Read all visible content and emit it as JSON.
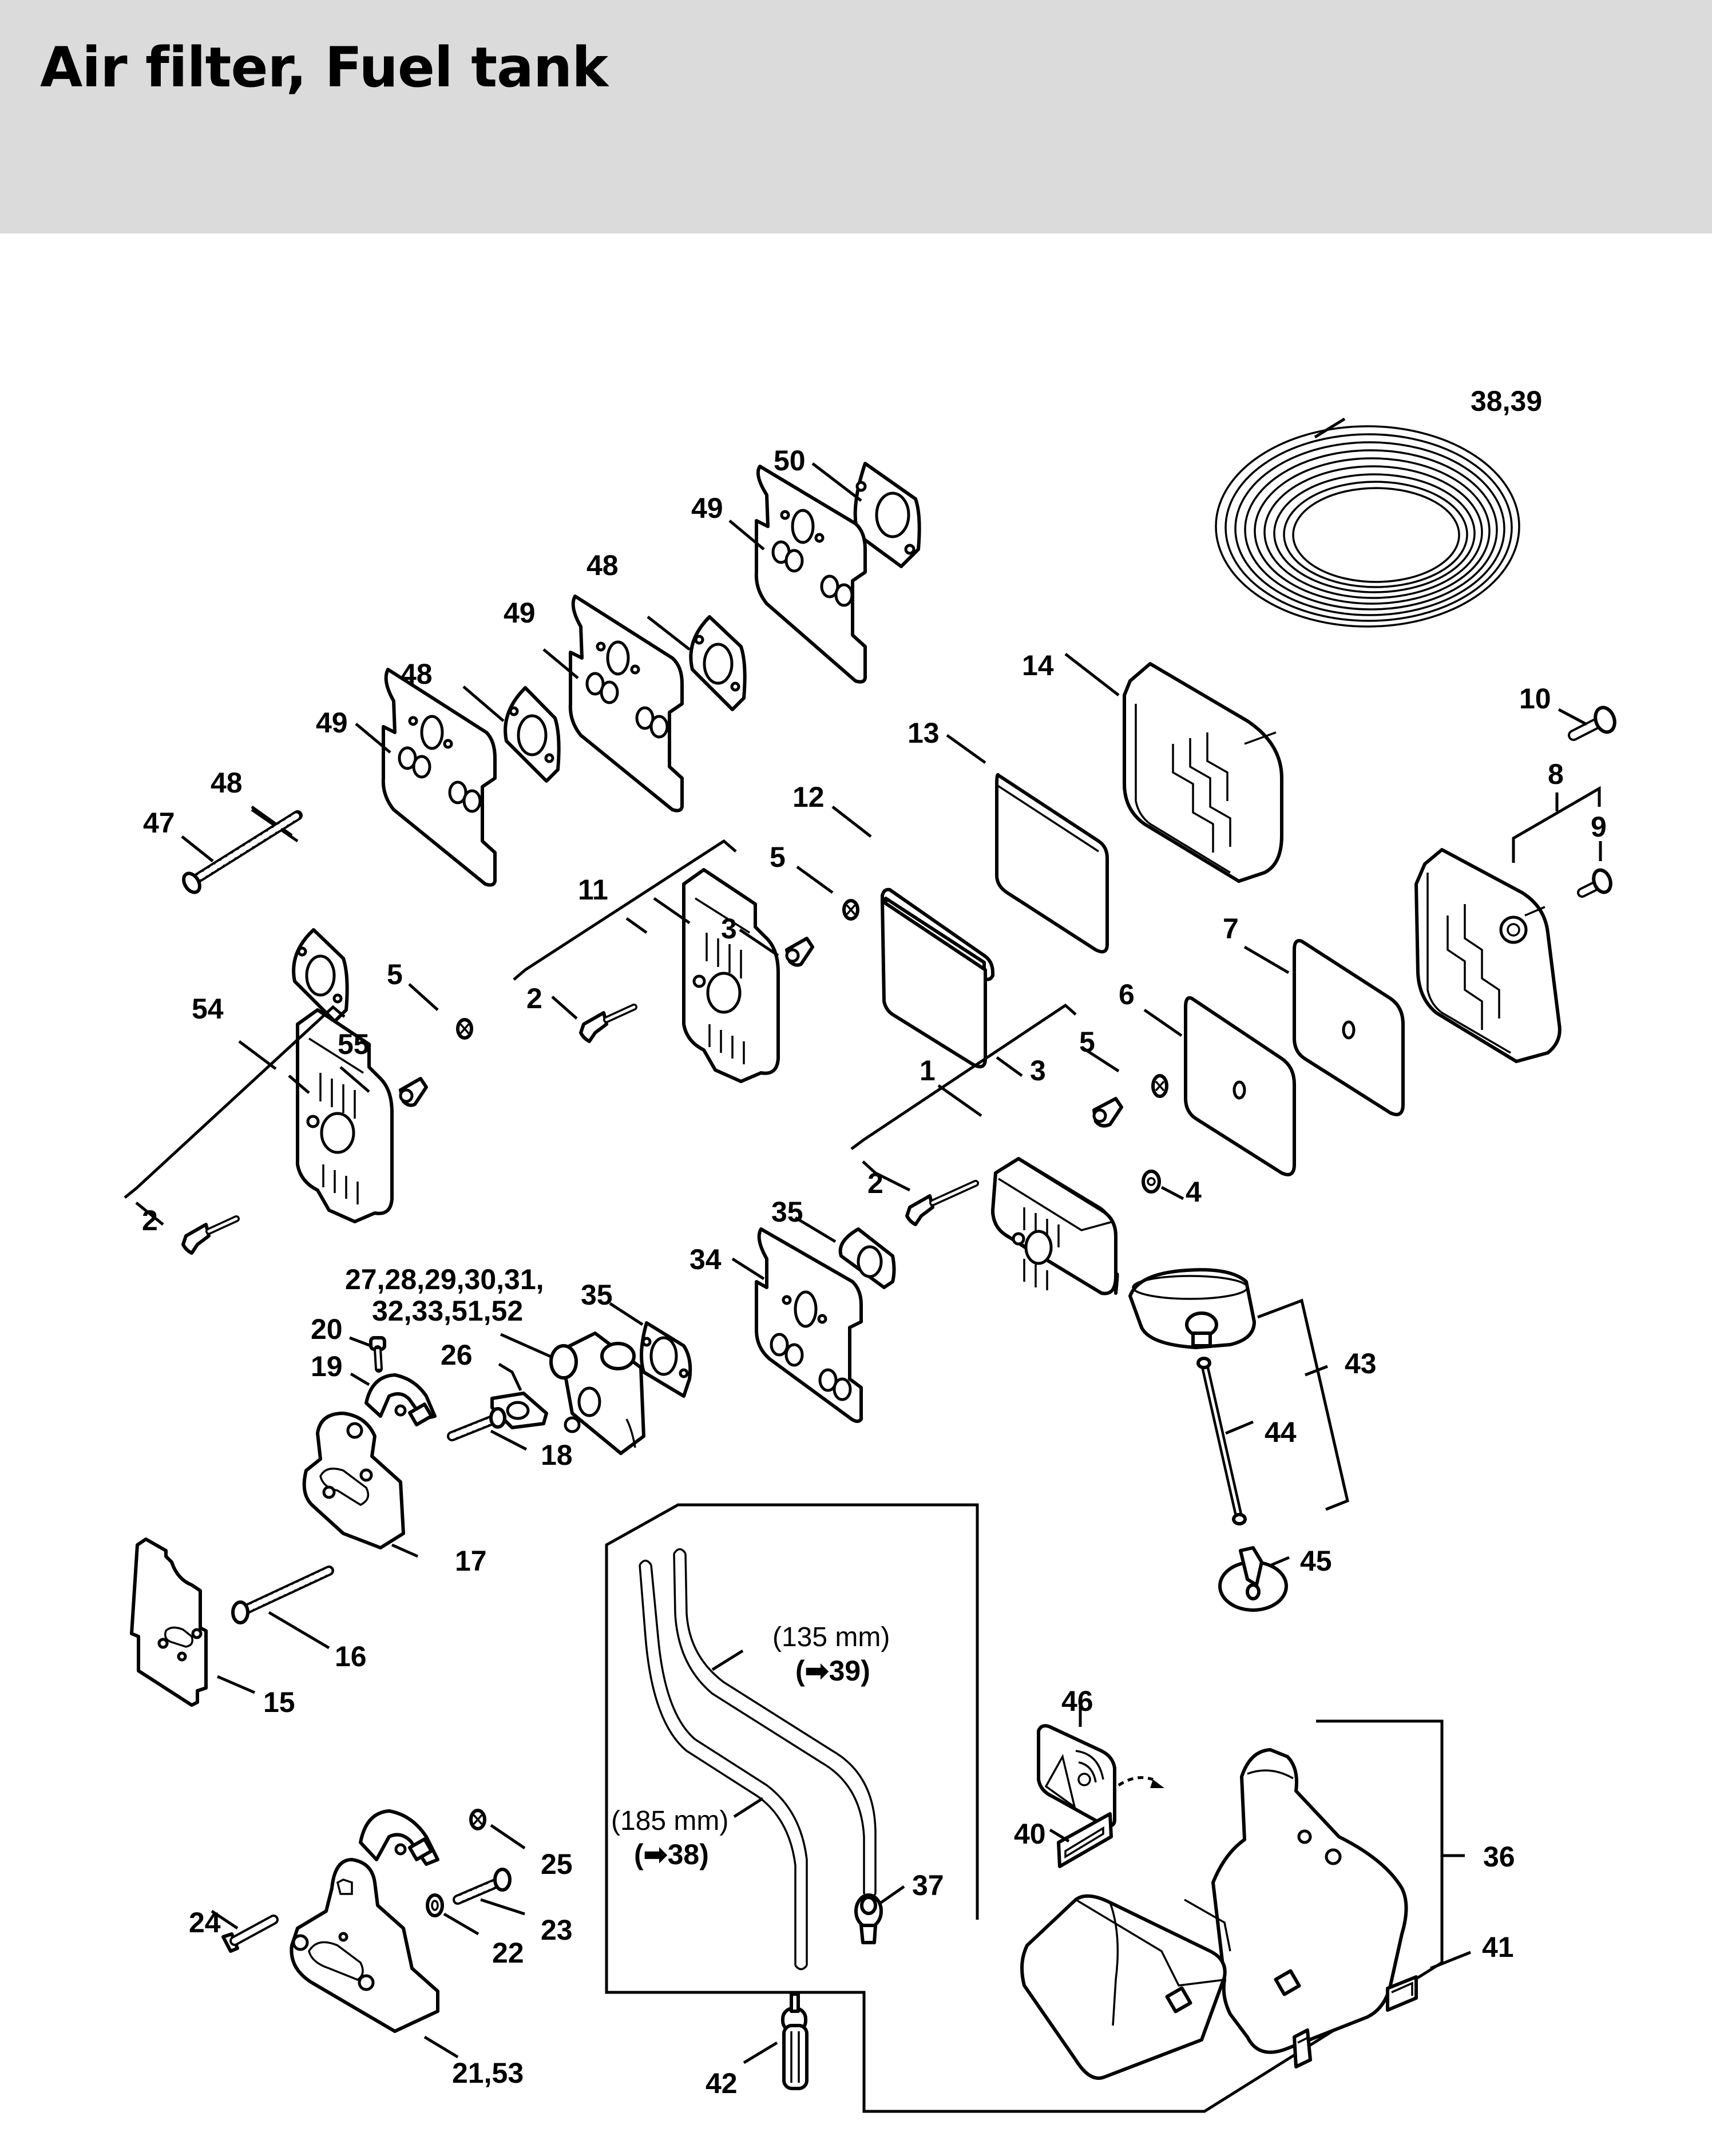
{
  "header": {
    "title": "Air filter, Fuel tank",
    "background": "#dadbda"
  },
  "diagram": {
    "type": "exploded-parts-diagram",
    "callouts": {
      "c1": "1",
      "c2a": "2",
      "c2b": "2",
      "c2c": "2",
      "c3a": "3",
      "c3b": "3",
      "c4": "4",
      "c5a": "5",
      "c5b": "5",
      "c5c": "5",
      "c6": "6",
      "c7": "7",
      "c8": "8",
      "c9": "9",
      "c10": "10",
      "c11": "11",
      "c12": "12",
      "c13": "13",
      "c14": "14",
      "c15": "15",
      "c16": "16",
      "c17": "17",
      "c18": "18",
      "c19": "19",
      "c20": "20",
      "c21_53": "21,53",
      "c22": "22",
      "c23": "23",
      "c24": "24",
      "c25": "25",
      "c26": "26",
      "c27_line1": "27,28,29,30,31,",
      "c27_line2": "32,33,51,52",
      "c34": "34",
      "c35a": "35",
      "c35b": "35",
      "c36": "36",
      "c37": "37",
      "c38_39": "38,39",
      "c40": "40",
      "c41": "41",
      "c42": "42",
      "c43": "43",
      "c44": "44",
      "c45": "45",
      "c46": "46",
      "c47": "47",
      "c48a": "48",
      "c48b": "48",
      "c48c": "48",
      "c49a": "49",
      "c49b": "49",
      "c49c": "49",
      "c50": "50",
      "c54": "54",
      "c55": "55"
    },
    "hose_notes": {
      "short_length": "(135 mm)",
      "short_ref_arrow": "➡",
      "short_ref": "39",
      "long_length": "(185 mm)",
      "long_ref_arrow": "➡",
      "long_ref": "38"
    }
  }
}
